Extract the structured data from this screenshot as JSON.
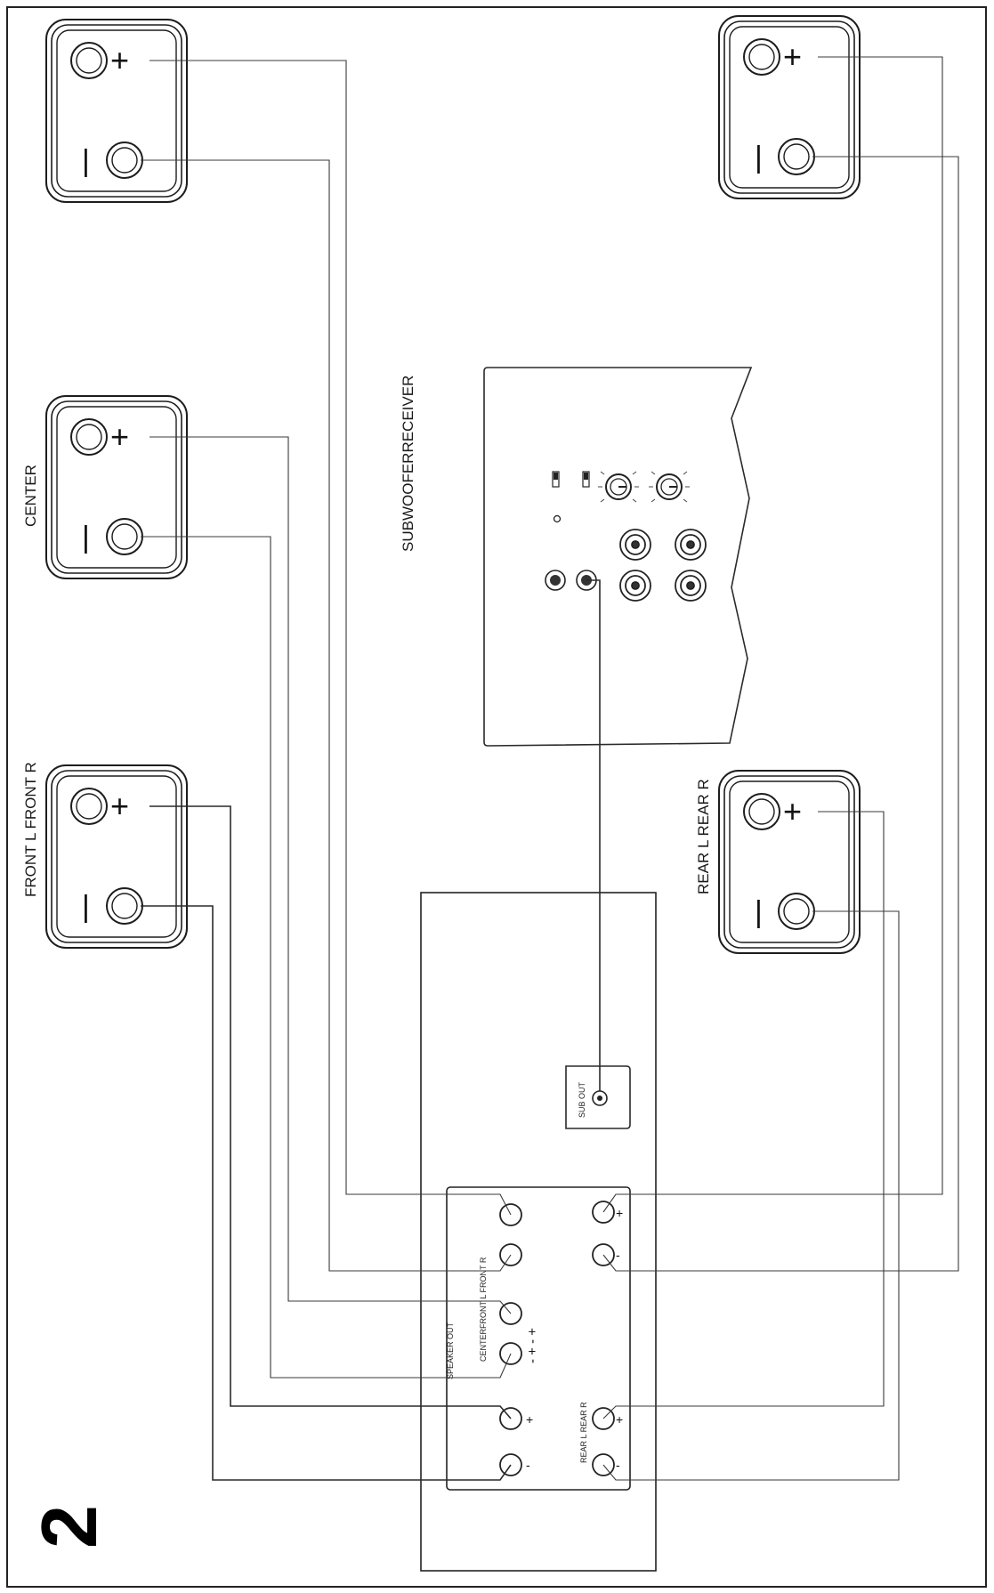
{
  "figure_number": "2",
  "speakers": {
    "front": {
      "label": "FRONT L FRONT R"
    },
    "center": {
      "label": "CENTER"
    },
    "rear": {
      "label": "REAR L REAR R"
    },
    "plus_symbol": "+",
    "minus_symbol": "|"
  },
  "subwoofer": {
    "label": "SUBWOOFERRECEIVER"
  },
  "receiver": {
    "sub_out_label": "SUB OUT",
    "speaker_out_label": "SPEAKER OUT",
    "front_group_label": "CENTERFRONT L FRONT R",
    "center_polarity": "- + - +",
    "rear_group_label": "REAR L REAR R",
    "plus": "+",
    "minus": "-"
  }
}
